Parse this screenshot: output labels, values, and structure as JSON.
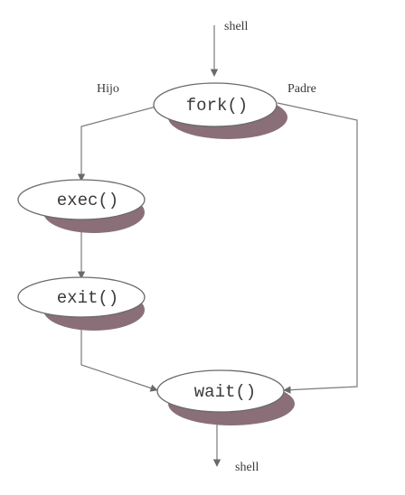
{
  "nodes": {
    "fork": "fork()",
    "exec": "exec()",
    "exit": "exit()",
    "wait": "wait()"
  },
  "labels": {
    "shell_in": "shell",
    "child": "Hijo",
    "parent": "Padre",
    "shell_out": "shell"
  },
  "colors": {
    "shadow": "#8a6f78",
    "edge": "#7a7a7a",
    "text": "#3a3a3a"
  }
}
